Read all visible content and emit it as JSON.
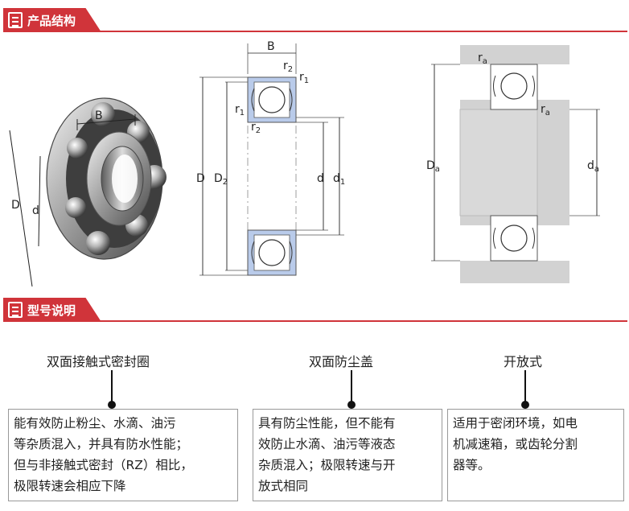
{
  "sections": {
    "structure_title": "产品结构",
    "model_title": "型号说明"
  },
  "diagram": {
    "photo_labels": {
      "B": "B",
      "D": "D",
      "d": "d"
    },
    "cross_section_labels": {
      "B": "B",
      "r2_top": "r",
      "r2_top_sub": "2",
      "r1_top": "r",
      "r1_top_sub": "1",
      "r1_left": "r",
      "r1_left_sub": "1",
      "r2_left": "r",
      "r2_left_sub": "2",
      "D": "D",
      "D2": "D",
      "D2_sub": "2",
      "d": "d",
      "d1": "d",
      "d1_sub": "1"
    },
    "mounting_labels": {
      "ra_top": "r",
      "ra_top_sub": "a",
      "ra_right": "r",
      "ra_right_sub": "a",
      "Da": "D",
      "Da_sub": "a",
      "da": "d",
      "da_sub": "a"
    }
  },
  "types": [
    {
      "name": "双面接触式密封圈",
      "lines": [
        "能有效防止粉尘、水滴、油污",
        "等杂质混入，并具有防水性能；",
        "但与非接触式密封（RZ）相比，",
        "极限转速会相应下降"
      ]
    },
    {
      "name": "双面防尘盖",
      "lines": [
        "具有防尘性能，但不能有",
        "效防止水滴、油污等液态",
        "杂质混入；极限转速与开",
        "放式相同"
      ]
    },
    {
      "name": "开放式",
      "lines": [
        "适用于密闭环境，如电",
        "机减速箱，或齿轮分割",
        "器等。"
      ]
    }
  ],
  "colors": {
    "accent": "#d0343a",
    "seal_blue": "#b9cbea",
    "housing_gray": "#d2d2d2"
  }
}
